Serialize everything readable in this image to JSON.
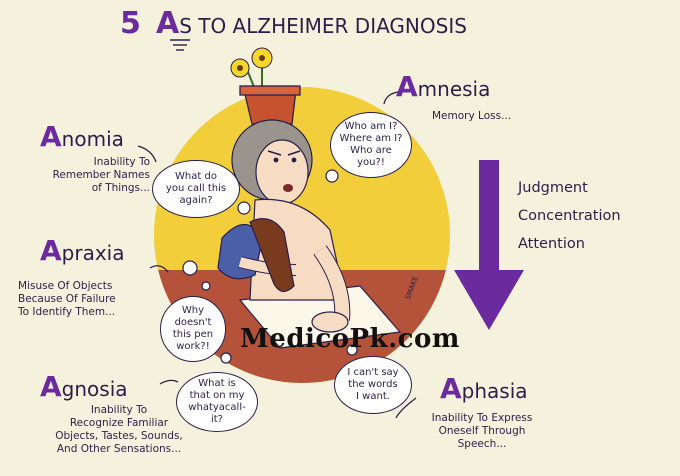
{
  "title": {
    "number": "5",
    "letter": "A",
    "rest": "S TO ALZHEIMER DIAGNOSIS"
  },
  "terms": {
    "anomia": {
      "initial": "A",
      "rest": "nomia",
      "desc": [
        "Inability To",
        "Remember Names",
        "of Things..."
      ]
    },
    "apraxia": {
      "initial": "A",
      "rest": "praxia",
      "desc": [
        "Misuse Of Objects",
        "Because Of Failure",
        "To Identify Them..."
      ]
    },
    "agnosia": {
      "initial": "A",
      "rest": "gnosia",
      "desc": [
        "Inability To",
        "Recognize Familiar",
        "Objects, Tastes, Sounds,",
        "And Other Sensations..."
      ]
    },
    "amnesia": {
      "initial": "A",
      "rest": "mnesia",
      "desc": [
        "Memory Loss..."
      ]
    },
    "aphasia": {
      "initial": "A",
      "rest": "phasia",
      "desc": [
        "Inability To Express",
        "Oneself Through",
        "Speech..."
      ]
    }
  },
  "bubbles": {
    "whatdo": [
      "What do",
      "you call this",
      "again?"
    ],
    "whoami": [
      "Who am I?",
      "Where am I?",
      "Who are",
      "you?!"
    ],
    "why": [
      "Why",
      "doesn't",
      "this pen",
      "work?!"
    ],
    "whatis": [
      "What is",
      "that on my",
      "whatyacall-",
      "it?"
    ],
    "cantsay": [
      "I can't say",
      "the words",
      "I want."
    ]
  },
  "side_labels": [
    "Judgment",
    "Concentration",
    "Attention"
  ],
  "watermark": "MedicoPk.com",
  "signature": "SMAKE",
  "colors": {
    "purple": "#6b2a9e",
    "sun_yellow": "#f2cf3a",
    "table_brown": "#b5533a",
    "background": "#f4f1dc",
    "ink": "#2a1f4a"
  }
}
